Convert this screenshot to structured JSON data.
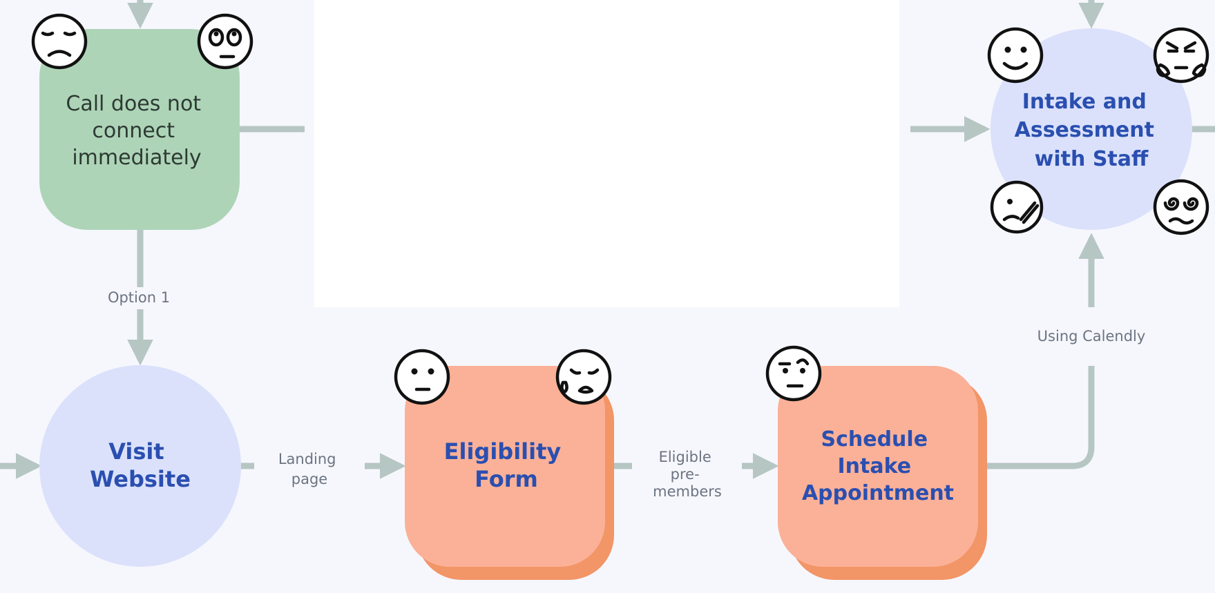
{
  "colors": {
    "canvas_bg": "#f6f7fd",
    "blank_panel": "#ffffff",
    "connector": "#b6c6c3",
    "green_node": "#aed4b7",
    "blue_node": "#dbe1fb",
    "orange_node": "#fbb197",
    "orange_shadow": "#f29567",
    "blue_text": "#2a4fb0",
    "dark_text": "#2d3a34"
  },
  "nodes": {
    "call": {
      "lines": [
        "Call does not",
        "connect",
        "immediately"
      ],
      "emojis": [
        "disappointed-face",
        "face-with-rolling-eyes"
      ]
    },
    "visit": {
      "lines": [
        "Visit",
        "Website"
      ]
    },
    "eligibility": {
      "lines": [
        "Eligibility",
        "Form"
      ],
      "emojis": [
        "neutral-face",
        "sad-sweat-face"
      ]
    },
    "schedule": {
      "lines": [
        "Schedule",
        "Intake",
        "Appointment"
      ],
      "emojis": [
        "raised-eyebrow-face"
      ]
    },
    "intake": {
      "lines": [
        "Intake and",
        "Assessment",
        "with Staff"
      ],
      "emojis": [
        "smiling-face",
        "angry-steam-face",
        "sick-thermometer-face",
        "dizzy-face"
      ]
    }
  },
  "edges": {
    "option1": "Option 1",
    "landing": [
      "Landing",
      "page"
    ],
    "eligible": [
      "Eligible",
      "pre-",
      "members"
    ],
    "calendly": "Using Calendly"
  }
}
